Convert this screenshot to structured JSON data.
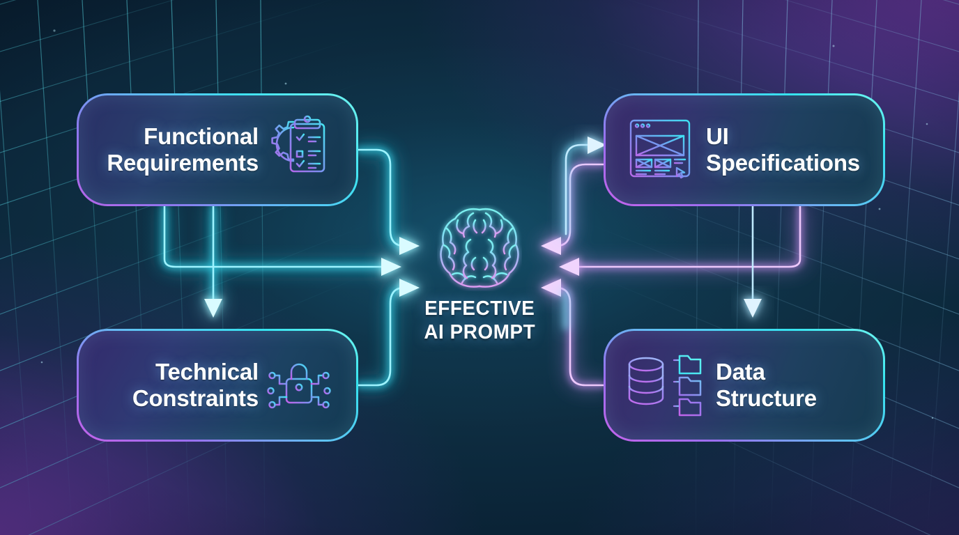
{
  "diagram": {
    "type": "convergence-flow",
    "title_center": "EFFECTIVE\nAI PROMPT",
    "center_icon": "brain-icon",
    "palette": {
      "cyan": "#46e6f0",
      "light_cyan": "#8ef0fb",
      "pink": "#d79cf0",
      "purple": "#b964e8",
      "violet": "#8f76ee",
      "blue": "#63b6f5",
      "text": "#ffffff",
      "bg_teal": "#0e2e42",
      "bg_purple": "#763aaa"
    },
    "background": {
      "style": "dark gradient with teal perspective grid",
      "grid": "on"
    }
  },
  "nodes": [
    {
      "id": "functional-requirements",
      "label": "Functional\nRequirements",
      "icon": "gear-clipboard-checklist-icon",
      "position": "top-left",
      "layout": "text-then-icon"
    },
    {
      "id": "ui-specifications",
      "label": "UI\nSpecifications",
      "icon": "wireframe-mockup-icon",
      "position": "top-right",
      "layout": "icon-then-text"
    },
    {
      "id": "technical-constraints",
      "label": "Technical\nConstraints",
      "icon": "lock-circuit-icon",
      "position": "bottom-left",
      "layout": "text-then-icon"
    },
    {
      "id": "data-structure",
      "label": "Data\nStructure",
      "icon": "database-folder-tree-icon",
      "position": "bottom-right",
      "layout": "icon-then-text"
    }
  ],
  "connectors": [
    {
      "from": "functional-requirements",
      "to": "effective-ai-prompt",
      "color": "#46e6f0",
      "direction": "right"
    },
    {
      "from": "functional-requirements",
      "to": "effective-ai-prompt",
      "color": "#46e6f0",
      "direction": "right"
    },
    {
      "from": "technical-constraints",
      "to": "effective-ai-prompt",
      "color": "#46e6f0",
      "direction": "right"
    },
    {
      "from": "functional-requirements",
      "to": "technical-constraints",
      "color": "#46e6f0",
      "direction": "down"
    },
    {
      "from": "ui-specifications",
      "to": "effective-ai-prompt",
      "color": "#d79cf0",
      "direction": "left"
    },
    {
      "from": "ui-specifications",
      "to": "effective-ai-prompt",
      "color": "#d79cf0",
      "direction": "left"
    },
    {
      "from": "data-structure",
      "to": "effective-ai-prompt",
      "color": "#d79cf0",
      "direction": "left"
    },
    {
      "from": "ui-specifications",
      "to": "data-structure",
      "color": "#8ef0fb",
      "direction": "down"
    },
    {
      "from": "effective-ai-prompt",
      "to": "ui-specifications",
      "color": "#8ef0fb",
      "direction": "up-right"
    }
  ]
}
